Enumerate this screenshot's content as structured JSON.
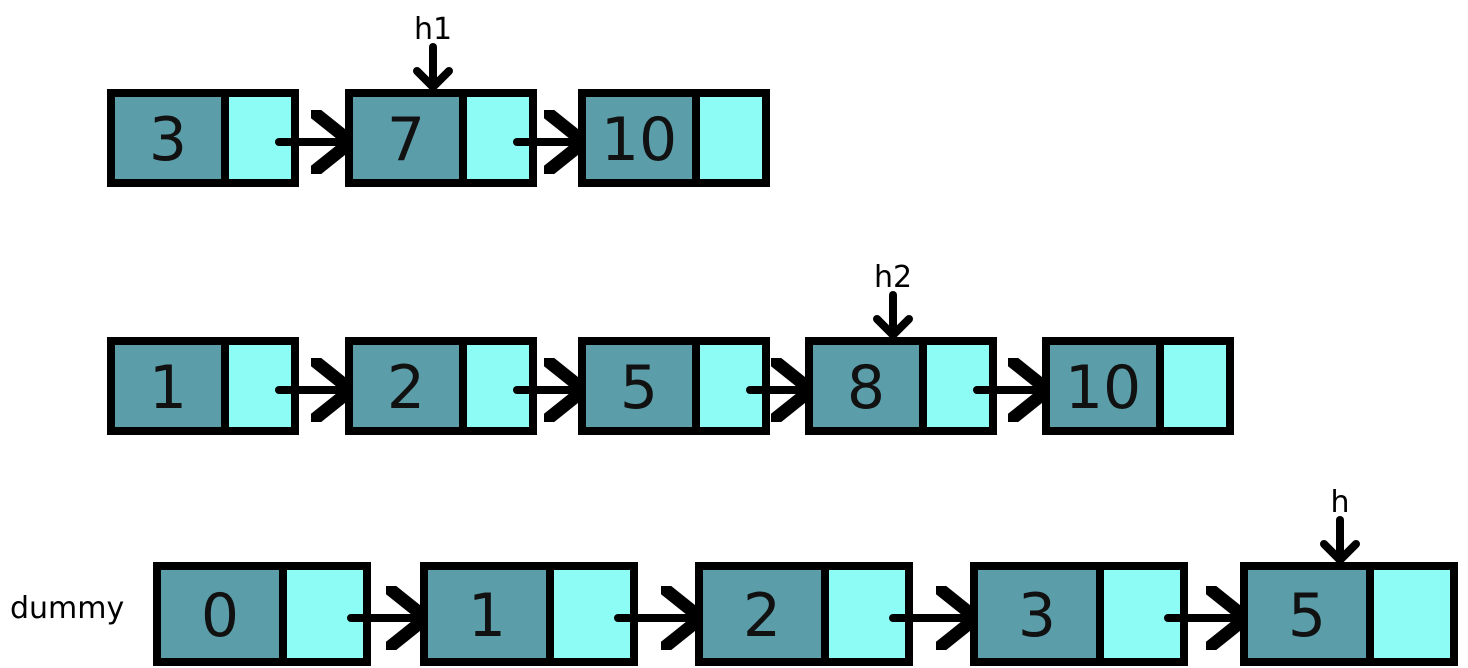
{
  "colors": {
    "value_cell": "#5b9eaa",
    "next_cell": "#8dfcf5",
    "border": "#000000",
    "arrow": "#000000"
  },
  "lists": [
    {
      "name": "list1",
      "nodes": [
        "3",
        "7",
        "10"
      ],
      "pointer": {
        "label": "h1",
        "node_index": 1
      },
      "side_label": ""
    },
    {
      "name": "list2",
      "nodes": [
        "1",
        "2",
        "5",
        "8",
        "10"
      ],
      "pointer": {
        "label": "h2",
        "node_index": 3
      },
      "side_label": ""
    },
    {
      "name": "merged",
      "nodes": [
        "0",
        "1",
        "2",
        "3",
        "5"
      ],
      "pointer": {
        "label": "h",
        "node_index": 4
      },
      "side_label": "dummy"
    }
  ]
}
